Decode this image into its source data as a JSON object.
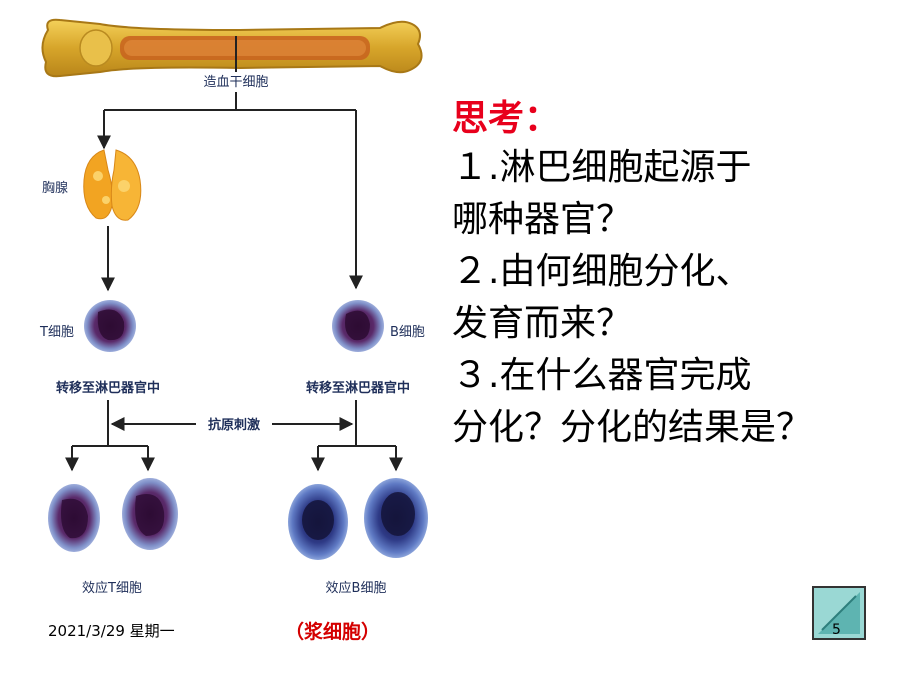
{
  "diagram": {
    "stem_cell_label": "造血干细胞",
    "thymus_label": "胸腺",
    "t_cell_label": "T细胞",
    "b_cell_label": "B细胞",
    "migrate_left": "转移至淋巴器官中",
    "migrate_right": "转移至淋巴器官中",
    "antigen_label": "抗原刺激",
    "effector_t_label": "效应T细胞",
    "effector_b_label": "效应B细胞",
    "plasma_note": "（浆细胞）"
  },
  "think": {
    "title": "思考：",
    "q1_line1": "１.淋巴细胞起源于",
    "q1_line2": "哪种器官？",
    "q2_line1": "２.由何细胞分化、",
    "q2_line2": "发育而来？",
    "q3_line1": "３.在什么器官完成",
    "q3_line2": "分化？分化的结果是？"
  },
  "footer": {
    "date": "2021/3/29 星期一",
    "page": "5"
  },
  "colors": {
    "title_red": "#e8001c",
    "note_red": "#d40000",
    "arrow": "#222222",
    "label": "#1f2f5a",
    "nav_fill": "#8fd3d0"
  }
}
